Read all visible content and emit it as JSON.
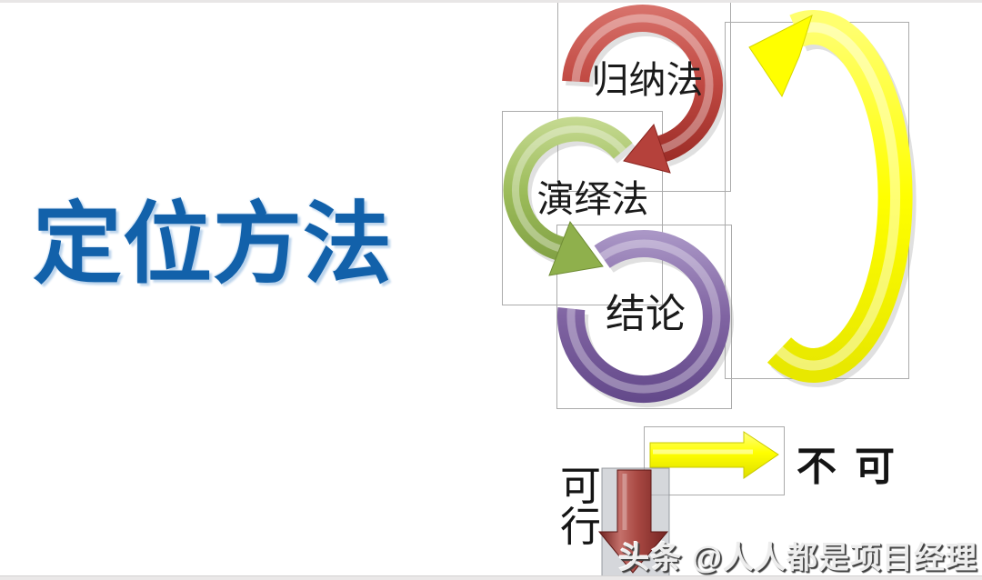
{
  "slide": {
    "title": "定位方法",
    "title_color": "#1261aa",
    "watermark": "头条 @人人都是项目经理"
  },
  "cycle": {
    "steps": [
      {
        "id": "induction",
        "label": "归纳法",
        "color": "#c0504d"
      },
      {
        "id": "deduction",
        "label": "演绎法",
        "color": "#9bbb59"
      },
      {
        "id": "conclusion",
        "label": "结论",
        "color": "#8064a2"
      }
    ],
    "loop_arrow_color": "#ffff00"
  },
  "decision": {
    "no_label": "不可",
    "yes_label": "可\n行",
    "right_arrow_color": "#ffff00",
    "down_arrow_color": "#953735"
  }
}
